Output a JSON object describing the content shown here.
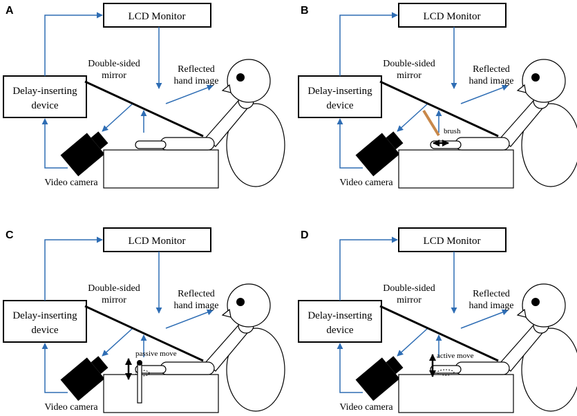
{
  "panels": [
    {
      "letter": "A",
      "annotation": "",
      "variant": "none"
    },
    {
      "letter": "B",
      "annotation": "brush",
      "variant": "brush"
    },
    {
      "letter": "C",
      "annotation": "passive move",
      "variant": "passive"
    },
    {
      "letter": "D",
      "annotation": "active move",
      "variant": "active"
    }
  ],
  "labels": {
    "monitor": "LCD Monitor",
    "mirror_line1": "Double-sided",
    "mirror_line2": "mirror",
    "reflected_line1": "Reflected",
    "reflected_line2": "hand image",
    "delay_line1": "Delay-inserting",
    "delay_line2": "device",
    "camera": "Video camera"
  },
  "colors": {
    "arrow_blue": "#2e6db4",
    "brush_brown": "#c8884a",
    "outline": "#000000"
  }
}
